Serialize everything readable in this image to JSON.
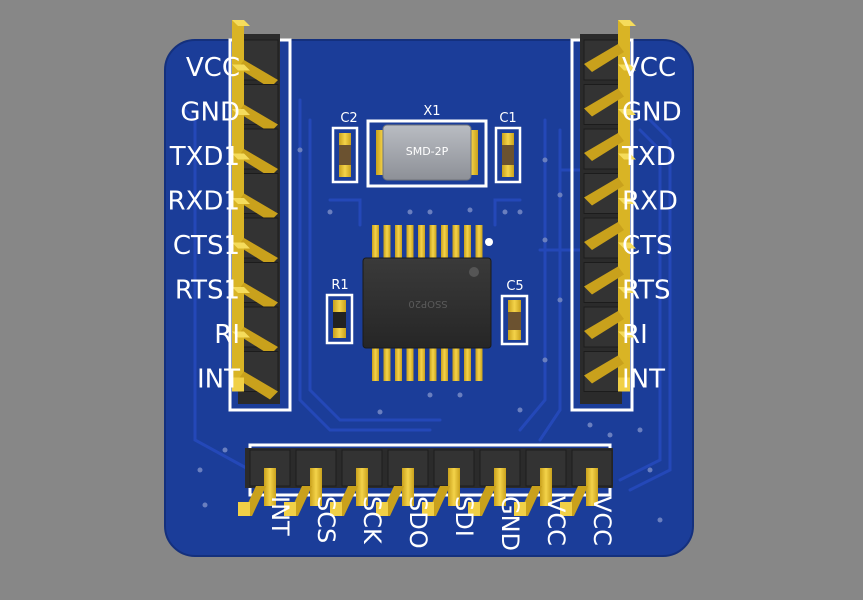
{
  "board": {
    "colors": {
      "background": "#878787",
      "pcb": "#1b3d99",
      "pcb_edge": "#183690",
      "trace": "#2448b8",
      "silkscreen": "#ffffff",
      "pin_gold": "#e8c22e",
      "pin_header": "#2b2b2b"
    },
    "left_header_labels": [
      "VCC",
      "GND",
      "TXD1",
      "RXD1",
      "CTS1",
      "RTS1",
      "RI",
      "INT"
    ],
    "right_header_labels": [
      "VCC",
      "GND",
      "TXD",
      "RXD",
      "CTS",
      "RTS",
      "RI",
      "INT"
    ],
    "bottom_header_labels": [
      "INT",
      "SCS",
      "SCK",
      "SDO",
      "SDI",
      "GND",
      "VCC",
      "VCC"
    ],
    "components": {
      "crystal_ref": "X1",
      "crystal_package": "SMD-2P",
      "cap_left": "C2",
      "cap_right": "C1",
      "cap_c5": "C5",
      "resistor": "R1",
      "ic_package": "SSOP20"
    }
  }
}
